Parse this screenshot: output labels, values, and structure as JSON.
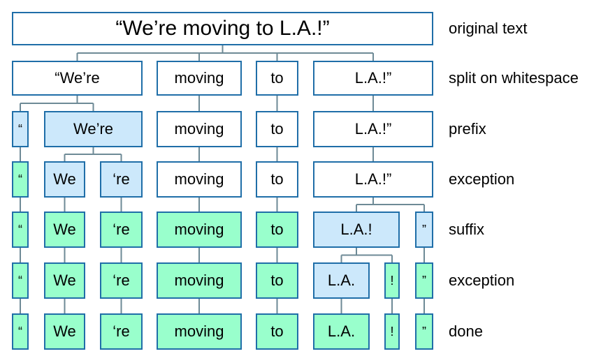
{
  "colors": {
    "border": "#1f6ea8",
    "connector": "#6e8a96",
    "white": "#ffffff",
    "blue": "#cce8fb",
    "green": "#99ffcc"
  },
  "rows": [
    {
      "label": "original text",
      "tokens": [
        {
          "text": "“We’re moving to L.A.!”",
          "style": "white"
        }
      ]
    },
    {
      "label": "split on whitespace",
      "tokens": [
        {
          "text": "“We’re",
          "style": "white"
        },
        {
          "text": "moving",
          "style": "white"
        },
        {
          "text": "to",
          "style": "white"
        },
        {
          "text": "L.A.!”",
          "style": "white"
        }
      ]
    },
    {
      "label": "prefix",
      "tokens": [
        {
          "text": "“",
          "style": "blue"
        },
        {
          "text": "We’re",
          "style": "blue"
        },
        {
          "text": "moving",
          "style": "white"
        },
        {
          "text": "to",
          "style": "white"
        },
        {
          "text": "L.A.!”",
          "style": "white"
        }
      ]
    },
    {
      "label": "exception",
      "tokens": [
        {
          "text": "“",
          "style": "green"
        },
        {
          "text": "We",
          "style": "blue"
        },
        {
          "text": "‘re",
          "style": "blue"
        },
        {
          "text": "moving",
          "style": "white"
        },
        {
          "text": "to",
          "style": "white"
        },
        {
          "text": "L.A.!”",
          "style": "white"
        }
      ]
    },
    {
      "label": "suffix",
      "tokens": [
        {
          "text": "“",
          "style": "green"
        },
        {
          "text": "We",
          "style": "green"
        },
        {
          "text": "‘re",
          "style": "green"
        },
        {
          "text": "moving",
          "style": "green"
        },
        {
          "text": "to",
          "style": "green"
        },
        {
          "text": "L.A.!",
          "style": "blue"
        },
        {
          "text": "”",
          "style": "blue"
        }
      ]
    },
    {
      "label": "exception",
      "tokens": [
        {
          "text": "“",
          "style": "green"
        },
        {
          "text": "We",
          "style": "green"
        },
        {
          "text": "‘re",
          "style": "green"
        },
        {
          "text": "moving",
          "style": "green"
        },
        {
          "text": "to",
          "style": "green"
        },
        {
          "text": "L.A.",
          "style": "blue"
        },
        {
          "text": "!",
          "style": "green"
        },
        {
          "text": "”",
          "style": "green"
        }
      ]
    },
    {
      "label": "done",
      "tokens": [
        {
          "text": "“",
          "style": "green"
        },
        {
          "text": "We",
          "style": "green"
        },
        {
          "text": "‘re",
          "style": "green"
        },
        {
          "text": "moving",
          "style": "green"
        },
        {
          "text": "to",
          "style": "green"
        },
        {
          "text": "L.A.",
          "style": "green"
        },
        {
          "text": "!",
          "style": "green"
        },
        {
          "text": "”",
          "style": "green"
        }
      ]
    }
  ]
}
